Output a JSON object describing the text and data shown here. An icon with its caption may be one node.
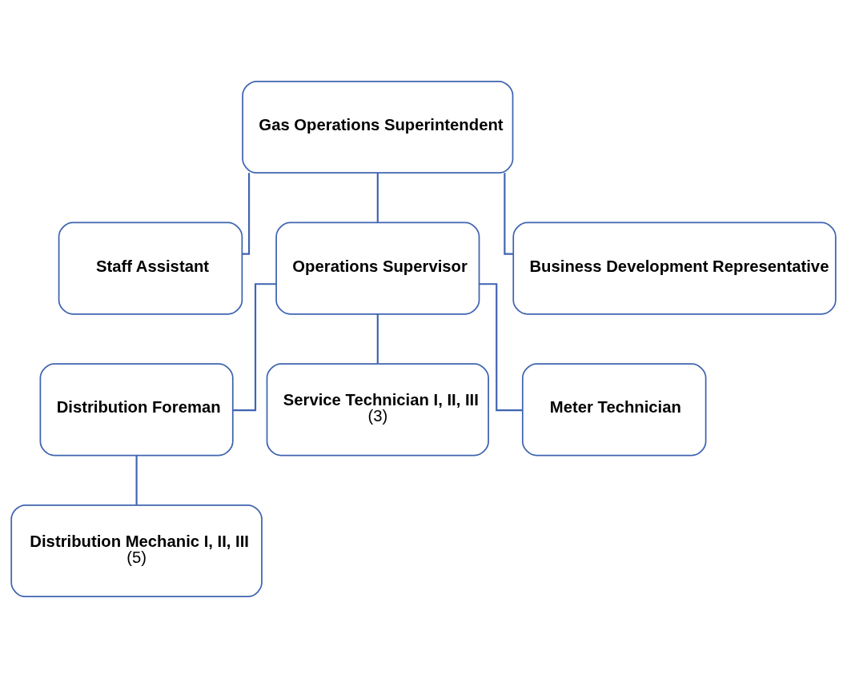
{
  "diagram": {
    "nodes": [
      {
        "text": [
          "Gas Operations Superintendent"
        ]
      },
      {
        "text": [
          "Staff Assistant"
        ]
      },
      {
        "text": [
          "Operations Supervisor"
        ]
      },
      {
        "text": [
          "Business Development Representative"
        ]
      },
      {
        "text": [
          "Distribution Foreman"
        ]
      },
      {
        "text": [
          "Service Technician I, II, III",
          "(3)"
        ]
      },
      {
        "text": [
          "Meter Technician"
        ]
      },
      {
        "text": [
          "Distribution Mechanic I, II, III",
          "(5)"
        ]
      }
    ],
    "edges": [
      {
        "from": 0,
        "to": 1,
        "arrow": "none"
      },
      {
        "from": 0,
        "to": 2,
        "arrow": "none"
      },
      {
        "from": 0,
        "to": 3,
        "arrow": "none"
      },
      {
        "from": 2,
        "to": 4,
        "arrow": "none"
      },
      {
        "from": 2,
        "to": 5,
        "arrow": "none"
      },
      {
        "from": 2,
        "to": 6,
        "arrow": "none"
      },
      {
        "from": 4,
        "to": 7,
        "arrow": "none"
      }
    ]
  }
}
